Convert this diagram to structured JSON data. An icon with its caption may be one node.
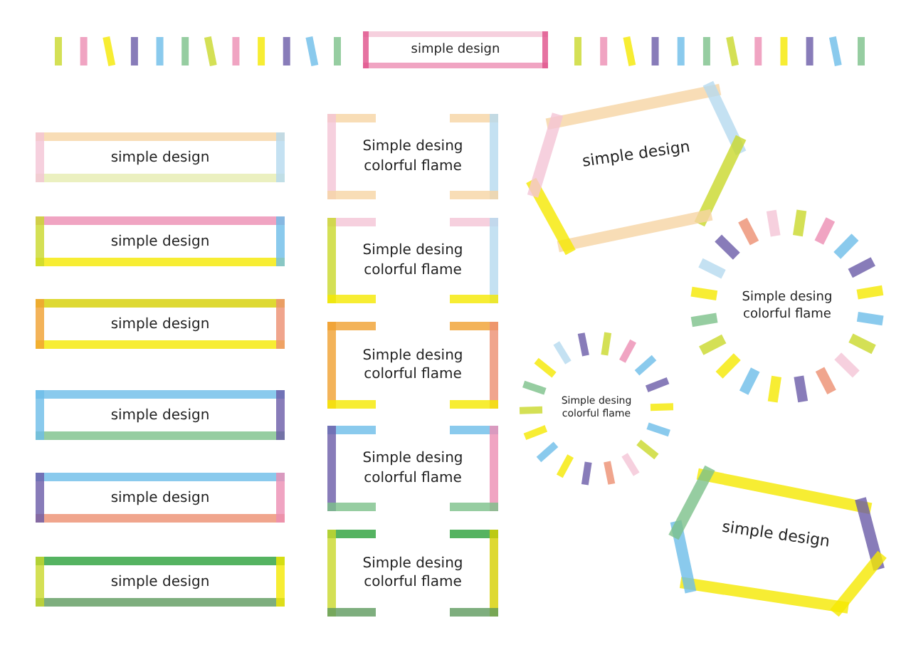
{
  "diagram": {
    "nodes": [
      {
        "text": [
          "simple design"
        ]
      },
      {
        "text": [
          "simple design"
        ]
      },
      {
        "text": [
          "simple design"
        ]
      },
      {
        "text": [
          "simple design"
        ]
      },
      {
        "text": [
          "simple design"
        ]
      },
      {
        "text": [
          "simple design"
        ]
      },
      {
        "text": [
          "simple design"
        ]
      },
      {
        "text": [
          "Simple desing colorful flame"
        ]
      },
      {
        "text": [
          "Simple desing colorful flame"
        ]
      },
      {
        "text": [
          "Simple desing colorful flame"
        ]
      },
      {
        "text": [
          "Simple desing colorful flame"
        ]
      },
      {
        "text": [
          "Simple desing colorful flame"
        ]
      },
      {
        "text": [
          "simple design"
        ]
      },
      {
        "text": [
          "Simple desing colorful flame"
        ]
      },
      {
        "text": [
          "Simple desing colorful flame"
        ]
      },
      {
        "text": [
          "simple design"
        ]
      }
    ]
  }
}
